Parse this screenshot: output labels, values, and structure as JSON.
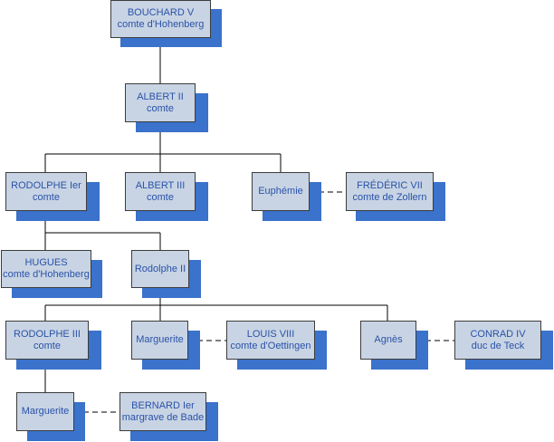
{
  "title": "",
  "colors": {
    "node_fill": "#c8d4e4",
    "node_border": "#3c3c3c",
    "node_text": "#2a52a8",
    "shadow": "#3a72cc",
    "line": "#000000"
  },
  "nodes": {
    "bouchard_v": {
      "line1": "BOUCHARD V",
      "line2": "comte d'Hohenberg"
    },
    "albert_ii": {
      "line1": "ALBERT II",
      "line2": "comte"
    },
    "rodolphe_i": {
      "line1": "RODOLPHE Ier",
      "line2": "comte"
    },
    "albert_iii": {
      "line1": "ALBERT III",
      "line2": "comte"
    },
    "euphemie": {
      "line1": "Euphémie"
    },
    "frederic_vii": {
      "line1": "FRÉDÉRIC VII",
      "line2": "comte de Zollern"
    },
    "hugues": {
      "line1": "HUGUES",
      "line2": "comte d'Hohenberg"
    },
    "rodolphe_ii": {
      "line1": "Rodolphe II"
    },
    "rodolphe_iii": {
      "line1": "RODOLPHE III",
      "line2": "comte"
    },
    "marguerite_1": {
      "line1": "Marguerite"
    },
    "louis_viii": {
      "line1": "LOUIS VIII",
      "line2": "comte d'Oettingen"
    },
    "agnes": {
      "line1": "Agnès"
    },
    "conrad_iv": {
      "line1": "CONRAD IV",
      "line2": "duc de Teck"
    },
    "marguerite_2": {
      "line1": "Marguerite"
    },
    "bernard_i": {
      "line1": "BERNARD Ier",
      "line2": "margrave de Bade"
    }
  }
}
